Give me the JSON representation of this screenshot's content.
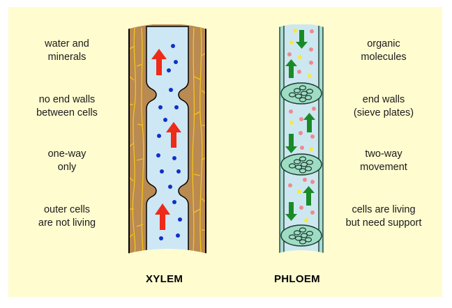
{
  "figure": {
    "xylem": {
      "title": "XYLEM",
      "labels": [
        {
          "lines": [
            "water and",
            "minerals"
          ]
        },
        {
          "lines": [
            "no end walls",
            "between cells"
          ]
        },
        {
          "lines": [
            "one-way",
            "only"
          ]
        },
        {
          "lines": [
            "outer cells",
            "are not living"
          ]
        }
      ]
    },
    "phloem": {
      "title": "PHLOEM",
      "labels": [
        {
          "lines": [
            "organic",
            "molecules"
          ]
        },
        {
          "lines": [
            "end walls",
            "(sieve plates)"
          ]
        },
        {
          "lines": [
            "two-way",
            "movement"
          ]
        },
        {
          "lines": [
            "cells are living",
            "but need support"
          ]
        }
      ]
    }
  },
  "colors": {
    "background": "#fffcd0",
    "xylem_wall": "#b98a52",
    "xylem_lines": "#f5c518",
    "water": "#cde7f5",
    "mineral_dot": "#1030c8",
    "xylem_arrow": "#ee2a18",
    "phloem_wall": "#a8dcd0",
    "phloem_fluid": "#cde7f0",
    "sieve_plate": "#9fdcc4",
    "phloem_arrow": "#1a8a28",
    "pink_dot": "#ee8a90",
    "yellow_dot": "#f5ea40"
  }
}
